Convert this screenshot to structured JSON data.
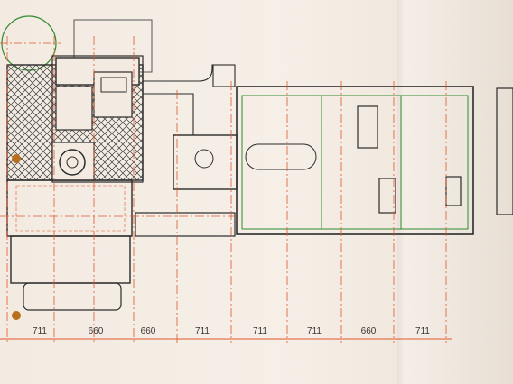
{
  "drawing": {
    "dimensions": [
      "711",
      "660",
      "660",
      "711",
      "711",
      "711",
      "660",
      "711"
    ],
    "colors": {
      "paper": "#f3ebe2",
      "outline": "#2b2b2b",
      "centerline": "#e0562a",
      "green": "#2f8a2f",
      "hatch": "#3a3a3a",
      "orange_dot": "#b8701c"
    }
  }
}
